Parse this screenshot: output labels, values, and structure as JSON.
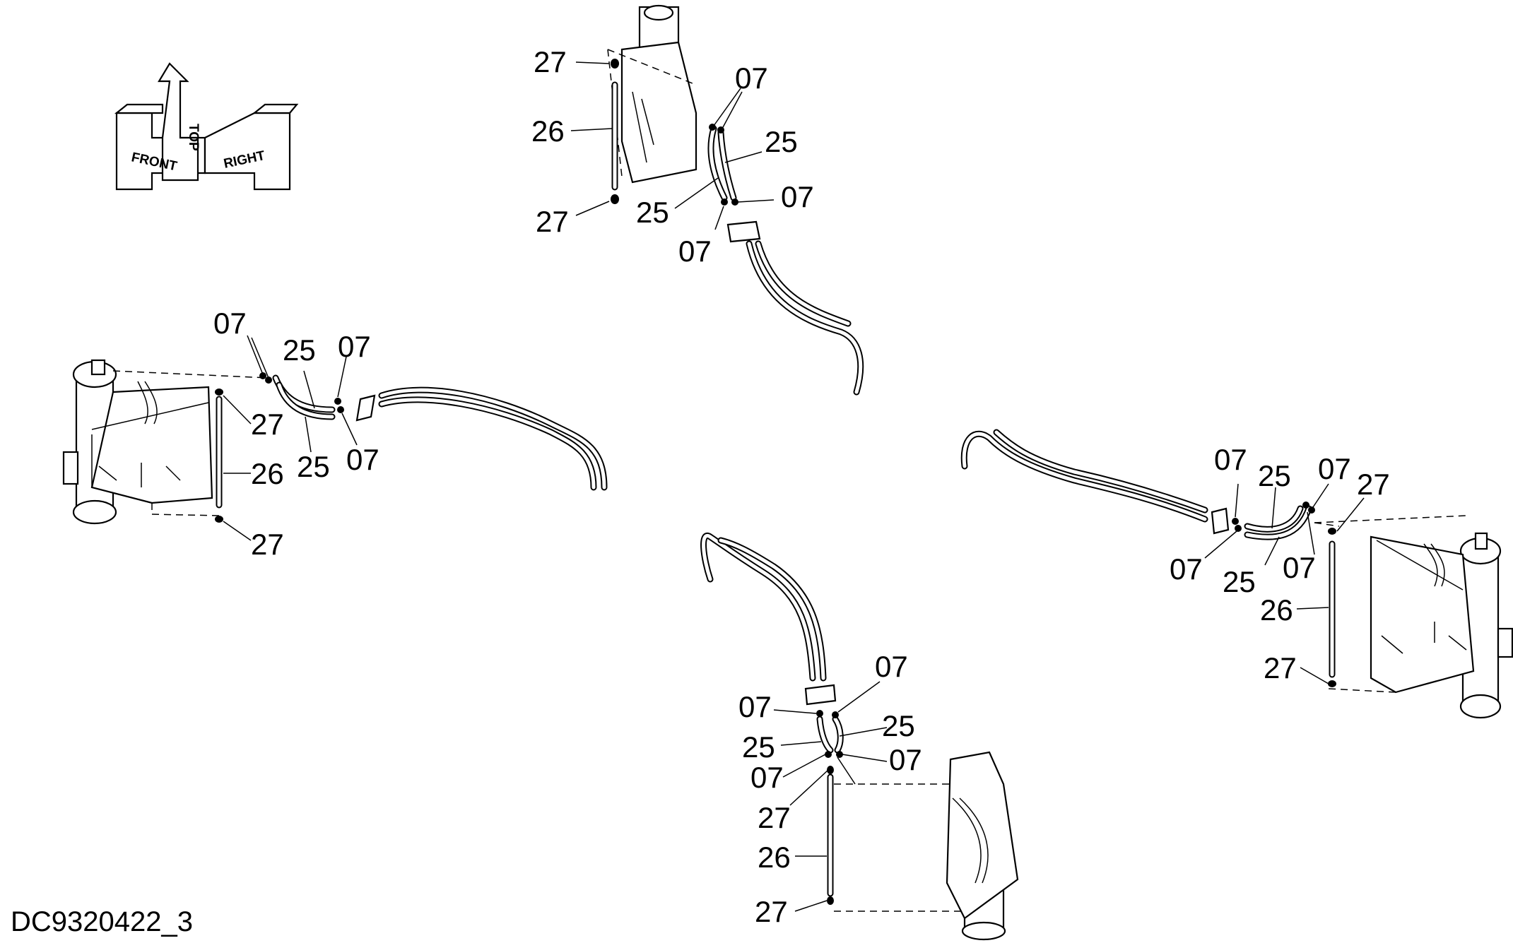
{
  "drawing_code": "DC9320422_3",
  "orientation": {
    "front": "FRONT",
    "top": "TOP",
    "right": "RIGHT"
  },
  "callouts": {
    "top_view": [
      "27",
      "26",
      "27",
      "07",
      "25",
      "25",
      "07",
      "07"
    ],
    "left_view": [
      "07",
      "25",
      "07",
      "27",
      "26",
      "27",
      "25",
      "07"
    ],
    "right_view": [
      "07",
      "25",
      "07",
      "27",
      "07",
      "25",
      "07",
      "26",
      "27"
    ],
    "bottom_view": [
      "07",
      "07",
      "25",
      "25",
      "07",
      "07",
      "27",
      "26",
      "27"
    ]
  },
  "colors": {
    "ink": "#000000",
    "paper": "#ffffff"
  }
}
